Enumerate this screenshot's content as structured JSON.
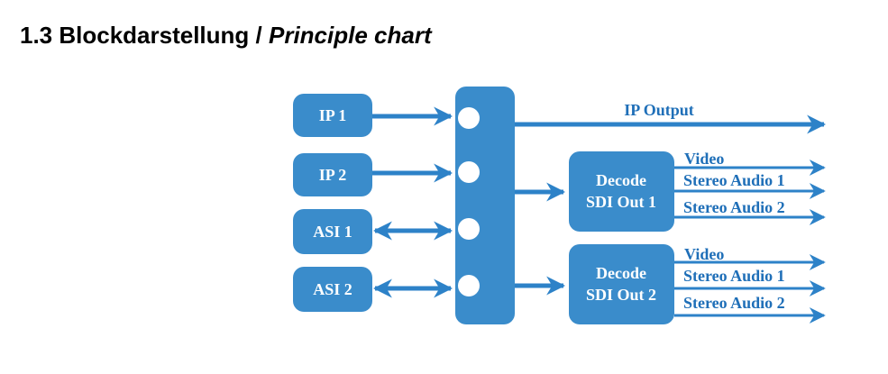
{
  "heading": {
    "number_title": "1.3 Blockdarstellung / ",
    "italic_title": "Principle chart"
  },
  "colors": {
    "block_fill": "#3a8ccb",
    "arrow": "#2d82c8",
    "text_blue": "#1f6fb8"
  },
  "inputs": [
    "IP 1",
    "IP 2",
    "ASI 1",
    "ASI 2"
  ],
  "ip_output_label": "IP Output",
  "decoders": [
    {
      "line1": "Decode",
      "line2": "SDI Out 1",
      "outputs": [
        "Video",
        "Stereo Audio 1",
        "Stereo Audio 2"
      ]
    },
    {
      "line1": "Decode",
      "line2": "SDI Out 2",
      "outputs": [
        "Video",
        "Stereo Audio 1",
        "Stereo Audio 2"
      ]
    }
  ]
}
